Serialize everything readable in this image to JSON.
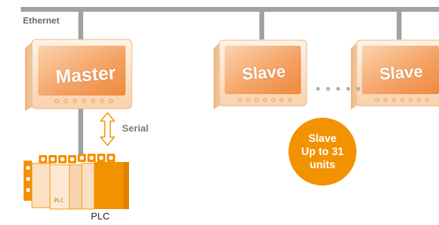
{
  "bus": {
    "label": "Ethernet"
  },
  "devices": {
    "master": {
      "label": "Master"
    },
    "slave_1": {
      "label": "Slave"
    },
    "slave_2": {
      "label": "Slave"
    }
  },
  "ellipsis": "• • • • •",
  "slave_count": {
    "line1": "Slave",
    "line2": "Up to 31",
    "line3": "units"
  },
  "connection": {
    "label": "Serial"
  },
  "plc": {
    "label": "PLC",
    "unit_label": "PLC"
  },
  "colors": {
    "bus": "#9ea3a6",
    "accent": "#f39200",
    "screen": "#f6b07a",
    "bezel": "#fce3c9"
  }
}
